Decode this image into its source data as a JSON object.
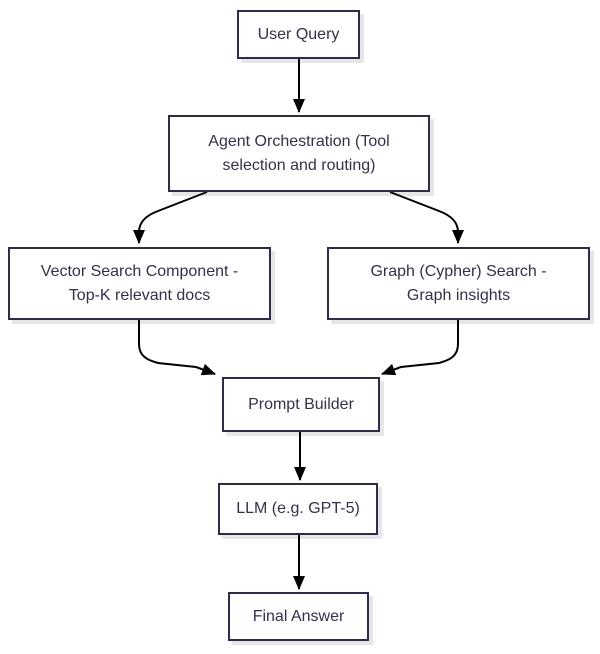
{
  "diagram": {
    "type": "flowchart",
    "background_color": "#ffffff",
    "node_border_color": "#2e2d45",
    "node_fill_color": "#ffffff",
    "node_text_color": "#333147",
    "node_shadow_color": "#ececf2",
    "arrow_color": "#000000",
    "nodes": [
      {
        "id": "user-query",
        "lines": [
          "User Query"
        ]
      },
      {
        "id": "agent-orchestration",
        "lines": [
          "Agent Orchestration (Tool",
          "selection and routing)"
        ]
      },
      {
        "id": "vector-search",
        "lines": [
          "Vector Search Component -",
          "Top-K relevant docs"
        ]
      },
      {
        "id": "graph-search",
        "lines": [
          "Graph (Cypher) Search -",
          "Graph insights"
        ]
      },
      {
        "id": "prompt-builder",
        "lines": [
          "Prompt Builder"
        ]
      },
      {
        "id": "llm",
        "lines": [
          "LLM (e.g. GPT-5)"
        ]
      },
      {
        "id": "final-answer",
        "lines": [
          "Final Answer"
        ]
      }
    ],
    "edges": [
      {
        "from": "user-query",
        "to": "agent-orchestration"
      },
      {
        "from": "agent-orchestration",
        "to": "vector-search"
      },
      {
        "from": "agent-orchestration",
        "to": "graph-search"
      },
      {
        "from": "vector-search",
        "to": "prompt-builder"
      },
      {
        "from": "graph-search",
        "to": "prompt-builder"
      },
      {
        "from": "prompt-builder",
        "to": "llm"
      },
      {
        "from": "llm",
        "to": "final-answer"
      }
    ]
  }
}
